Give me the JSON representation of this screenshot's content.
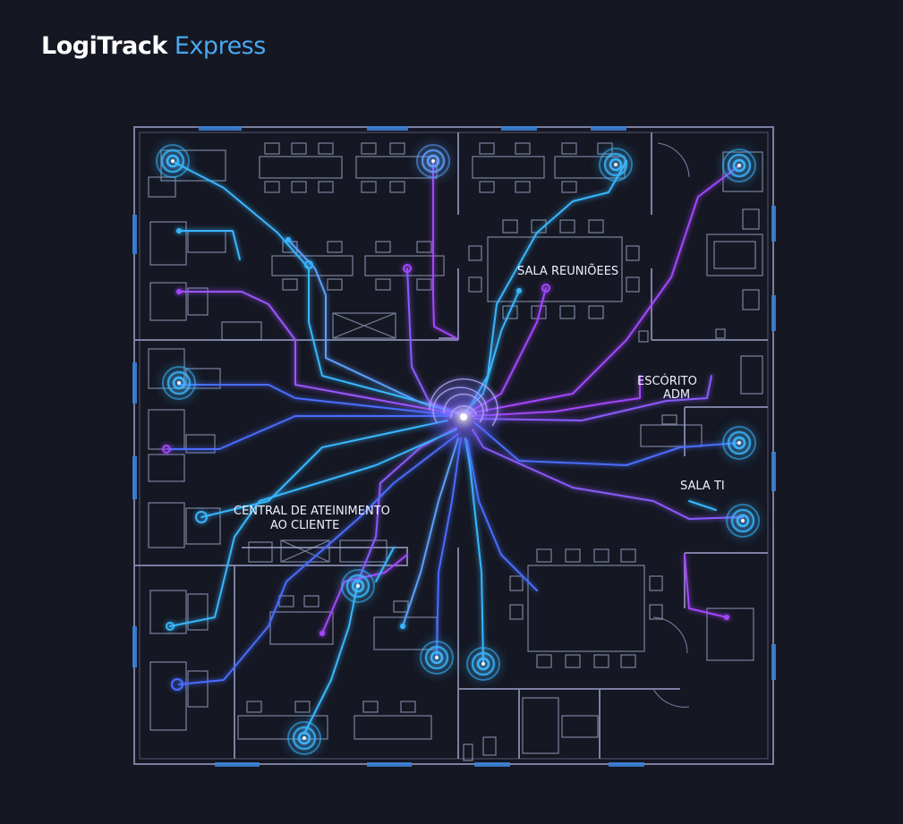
{
  "brand": {
    "name": "LogiTrack",
    "suffix": "Express"
  },
  "colors": {
    "background": "#151722",
    "wall": "#8d93b8",
    "furniture": "#9ea6c8",
    "cyan": "#38b6ff",
    "blue": "#4a6dff",
    "violet": "#a347ff",
    "window": "#3a7fd6"
  },
  "labels": {
    "meeting": "SALA REUNIÕEES",
    "admin1": "ESCÓRITO",
    "admin2": "ADM",
    "it": "SALA TI",
    "service1": "CENTRAL DE ATEINIMENTO",
    "service2": "AO CLIENTE"
  }
}
